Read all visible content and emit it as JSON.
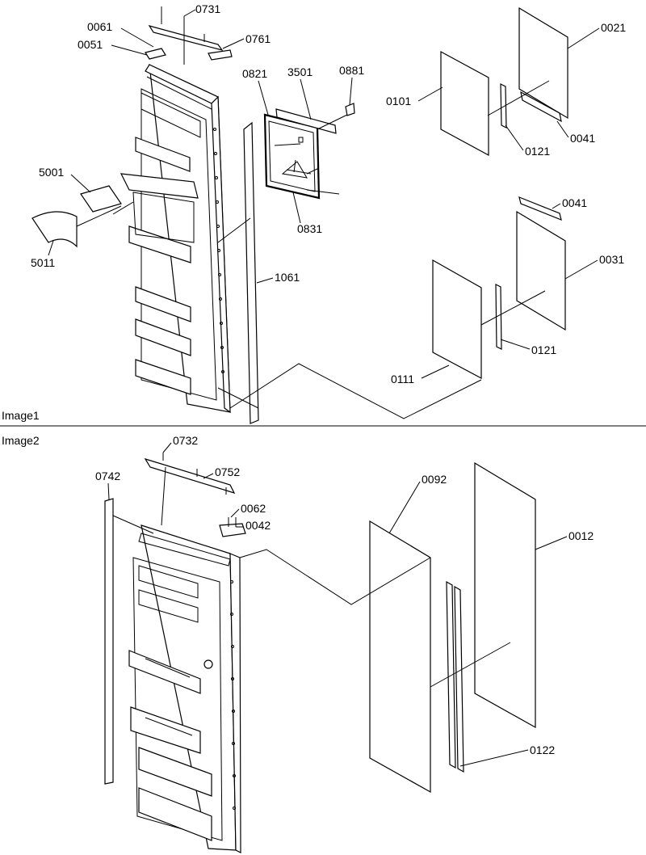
{
  "sections": [
    {
      "name": "Image1"
    },
    {
      "name": "Image2"
    }
  ],
  "callouts": {
    "c0731": "0731",
    "c0061": "0061",
    "c0051": "0051",
    "c0761": "0761",
    "c0821": "0821",
    "c3501": "3501",
    "c0881": "0881",
    "c0831": "0831",
    "c5001": "5001",
    "c5011": "5011",
    "c1061": "1061",
    "c0021": "0021",
    "c0101": "0101",
    "c0121a": "0121",
    "c0041a": "0041",
    "c0041b": "0041",
    "c0031": "0031",
    "c0121b": "0121",
    "c0111": "0111",
    "c0732": "0732",
    "c0752": "0752",
    "c0742": "0742",
    "c0062": "0062",
    "c0042": "0042",
    "c0092": "0092",
    "c0012": "0012",
    "c0122": "0122"
  }
}
